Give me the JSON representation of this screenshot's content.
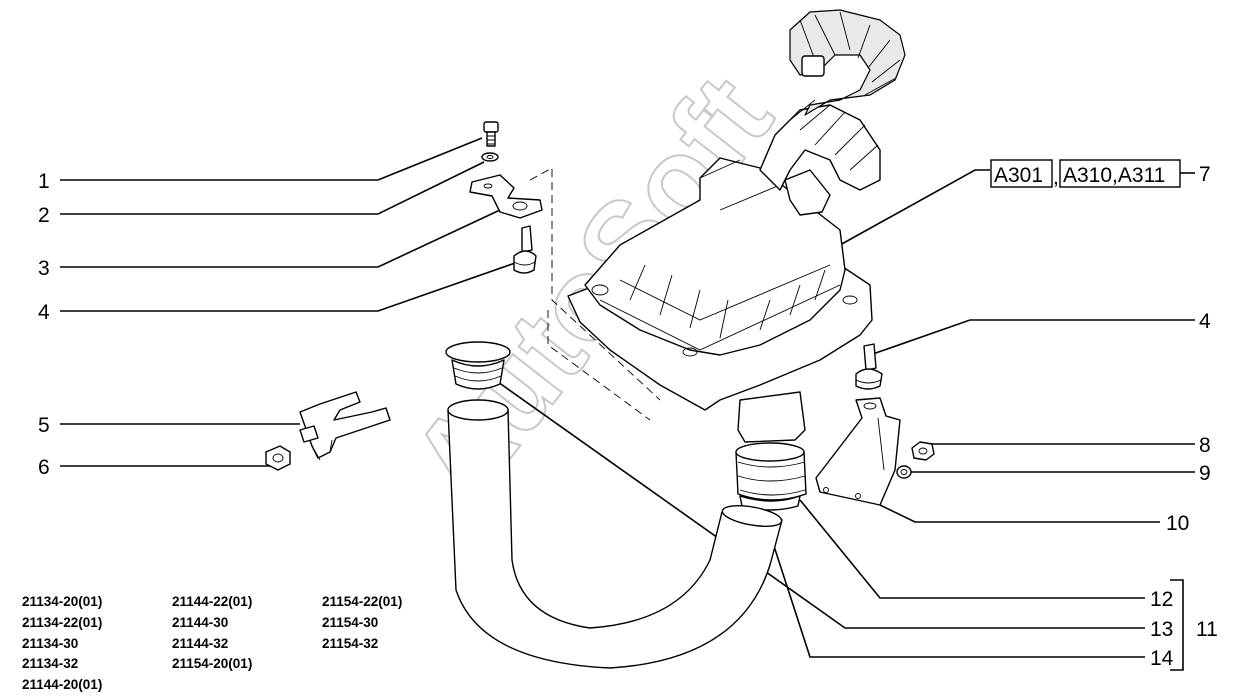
{
  "watermark": "AutoSoft",
  "callouts": {
    "c1": "1",
    "c2": "2",
    "c3": "3",
    "c4_left": "4",
    "c4_right": "4",
    "c5": "5",
    "c6": "6",
    "c7": "7",
    "c8": "8",
    "c9": "9",
    "c10": "10",
    "c11": "11",
    "c12": "12",
    "c13": "13",
    "c14": "14"
  },
  "variants": [
    "A301",
    "A310,A311"
  ],
  "variant_separator": ",",
  "models": {
    "col1": [
      "21134-20(01)",
      "21134-22(01)",
      "21134-30",
      "21134-32",
      "21144-20(01)"
    ],
    "col2": [
      "21144-22(01)",
      "21144-30",
      "21144-32",
      "21154-20(01)"
    ],
    "col3": [
      "21154-22(01)",
      "21154-30",
      "21154-32"
    ]
  }
}
